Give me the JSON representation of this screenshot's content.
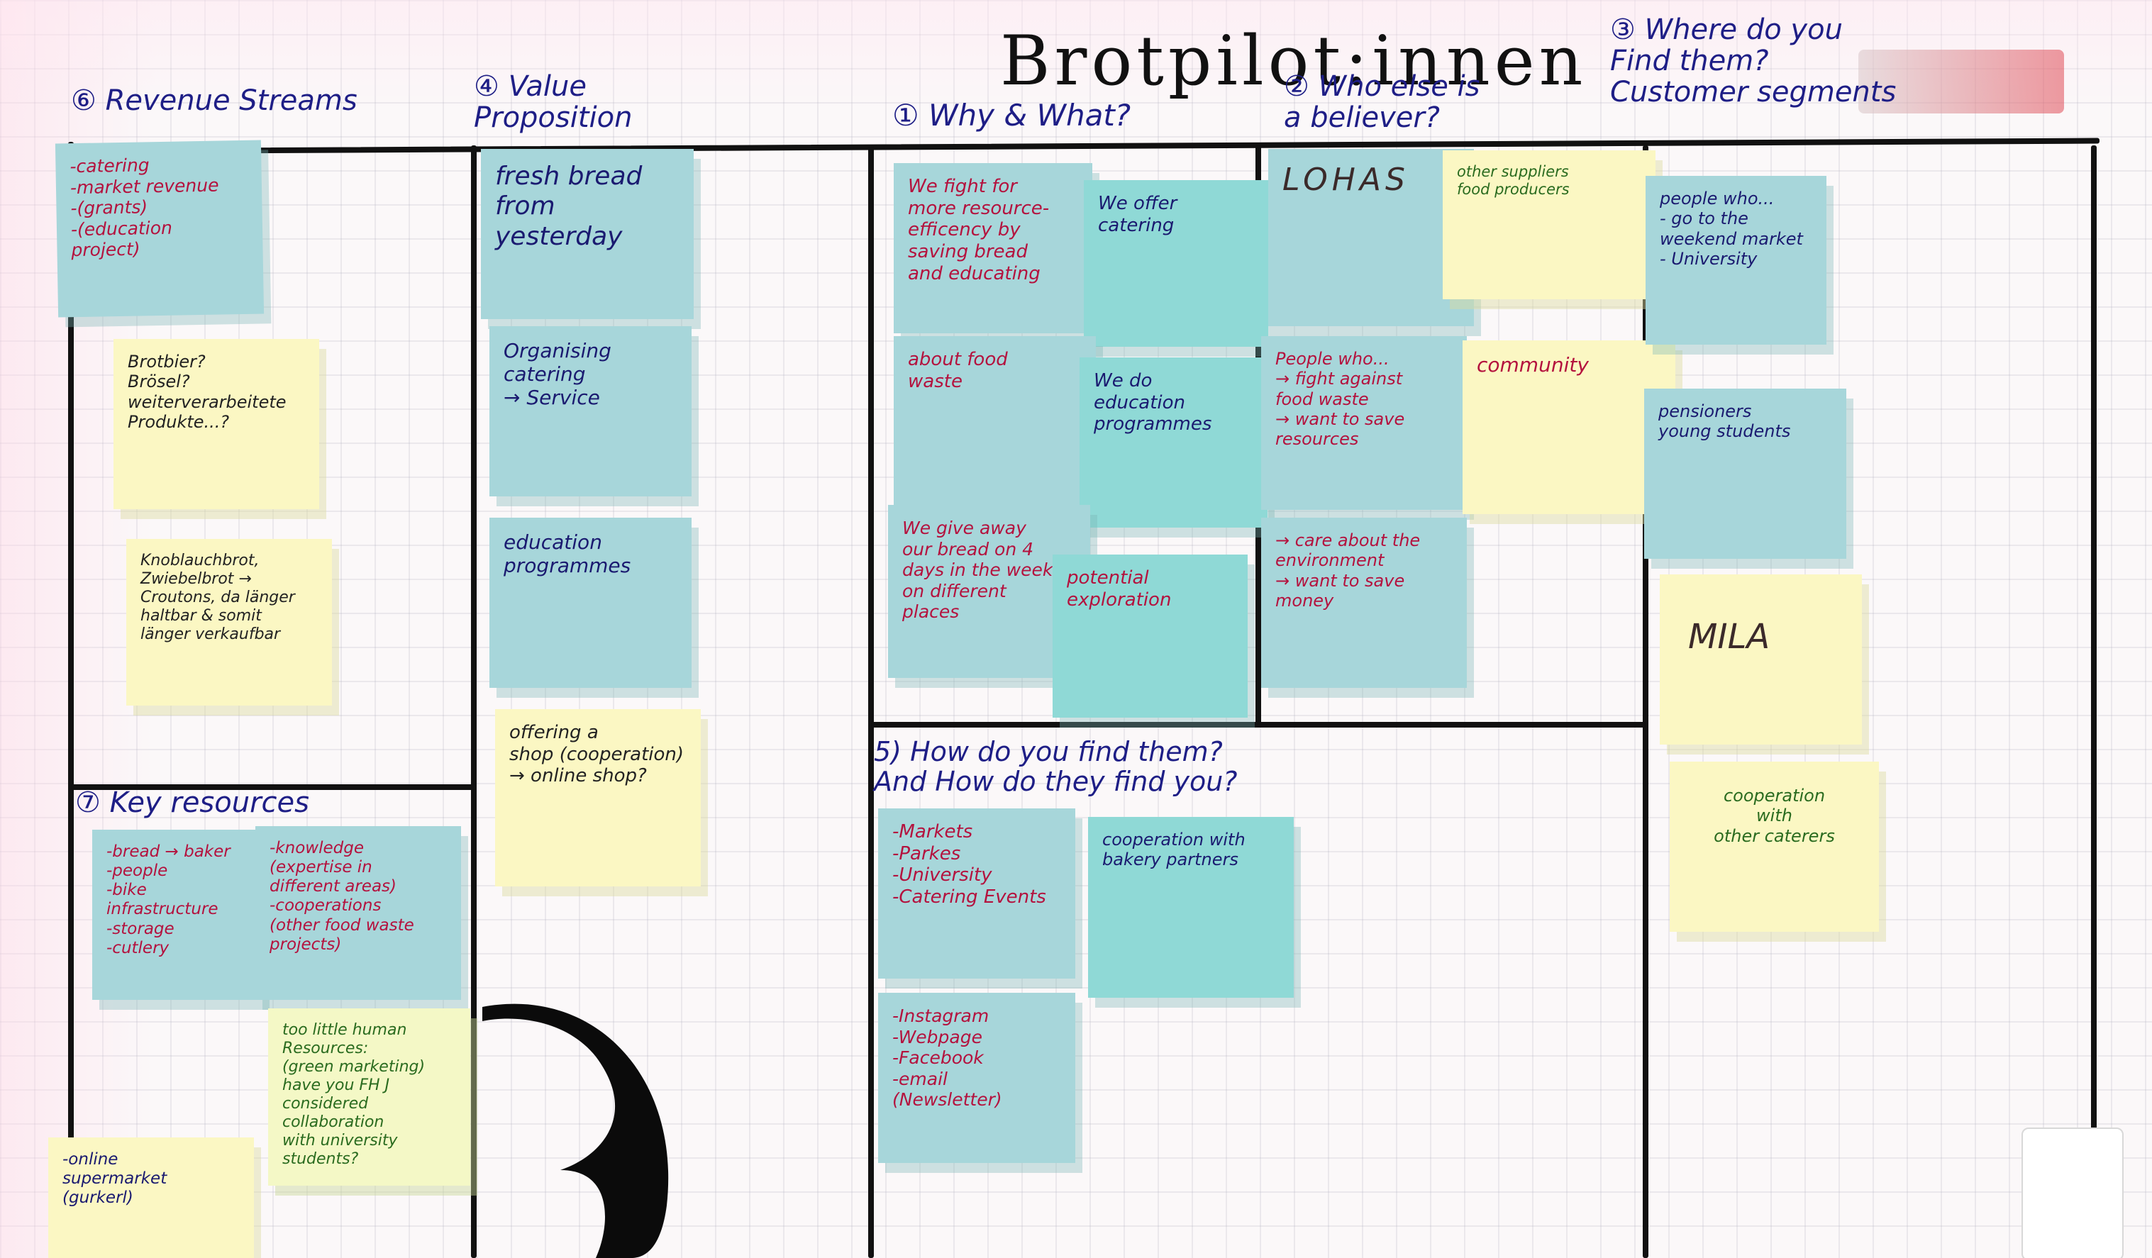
{
  "board": {
    "title": "Brotpilot:innen",
    "headers": {
      "revenue": "⑥ Revenue Streams",
      "value": "④ Value\nProposition",
      "why": "① Why & What?",
      "believer": "② Who else is\na believer?",
      "where": "③ Where do you\nFind them?\nCustomer segments",
      "howfind": "5) How do you find them?\nAnd How do they find you?",
      "key": "⑦ Key resources"
    },
    "notes": {
      "rev1": "-catering\n-market revenue\n-(grants)\n-(education\nproject)",
      "rev2": "Brotbier?\nBrösel?\nweiterverarbeitete\nProdukte...?",
      "rev3": "Knoblauchbrot,\nZwiebelbrot →\nCroutons, da länger\nhaltbar & somit\nlänger verkaufbar",
      "val1": "fresh bread\nfrom yesterday",
      "val2": "Organising\ncatering\n→ Service",
      "val3": "education\nprogrammes",
      "val4": "offering a\nshop (cooperation)\n→ online shop?",
      "why1": "We fight for\nmore resource-\nefficency by\nsaving bread\nand educating",
      "why2": "We offer\ncatering",
      "why3": "about food\nwaste",
      "why4": "We do\neducation\nprogrammes",
      "why5": "We give away\nour bread on 4\ndays in the week\non different\nplaces",
      "why6": "potential\nexploration",
      "bel1": "LOHAS",
      "bel2": "People who...\n→ fight against\nfood waste\n→ want to save\nresources",
      "bel3": "→ care about the\nenvironment\n→ want to save\nmoney",
      "bel4": "other suppliers\nfood producers",
      "bel5": "community",
      "seg1": "people who...\n- go to the\nweekend market\n- University",
      "seg2": "pensioners\nyoung students",
      "seg3": "MILA",
      "seg4": "cooperation\nwith\nother caterers",
      "how1": "-Markets\n-Parkes\n-University\n-Catering Events",
      "how2": "cooperation with\nbakery partners",
      "how3": "-Instagram\n-Webpage\n-Facebook\n-email (Newsletter)",
      "key1": "-bread → baker\n-people\n-bike infrastructure\n-storage\n-cutlery",
      "key2": "-knowledge\n(expertise in\ndifferent areas)\n-cooperations\n(other food waste\nprojects)",
      "key3": "too little human\nResources:\n(green marketing)\nhave you FH J\nconsidered\ncollaboration\nwith university\nstudents?",
      "key4": "-online\nsupermarket\n(gurkerl)"
    },
    "colors": {
      "note_blue": "#a7d6da",
      "note_cyan": "#8fd9d6",
      "note_yellow": "#fbf7c3",
      "ink_red": "#b4123e",
      "ink_navy": "#1a1a70",
      "ink_green": "#2a6b1f",
      "grid_line": "#111111"
    }
  }
}
